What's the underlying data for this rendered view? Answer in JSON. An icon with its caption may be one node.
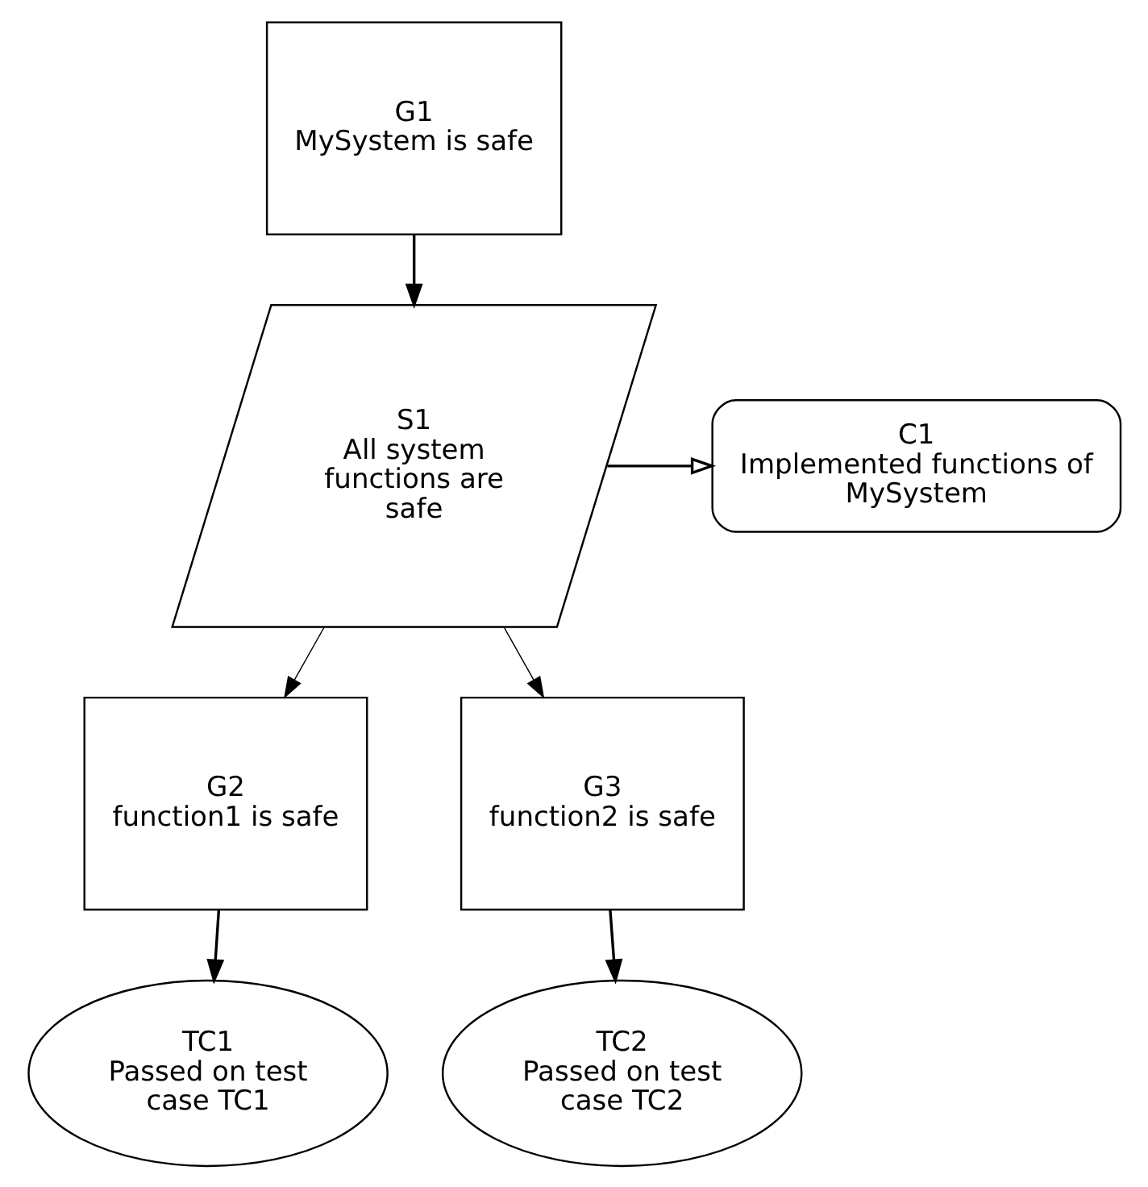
{
  "diagram": {
    "nodes": [
      {
        "text": [
          "G1",
          "MySystem is safe"
        ]
      },
      {
        "text": [
          "S1",
          "All system functions are safe"
        ]
      },
      {
        "text": [
          "C1",
          "Implemented functions of MySystem"
        ]
      },
      {
        "text": [
          "G2",
          "function1 is safe"
        ]
      },
      {
        "text": [
          "G3",
          "function2 is safe"
        ]
      },
      {
        "text": [
          "TC1",
          "Passed on test case TC1"
        ]
      },
      {
        "text": [
          "TC2",
          "Passed on test case TC2"
        ]
      }
    ],
    "edges": [
      {
        "from": 0,
        "to": 1,
        "arrow": "to"
      },
      {
        "from": 1,
        "to": 2,
        "arrow": "to"
      },
      {
        "from": 1,
        "to": 3,
        "arrow": "to"
      },
      {
        "from": 1,
        "to": 4,
        "arrow": "to"
      },
      {
        "from": 3,
        "to": 5,
        "arrow": "to"
      },
      {
        "from": 4,
        "to": 6,
        "arrow": "to"
      }
    ]
  }
}
